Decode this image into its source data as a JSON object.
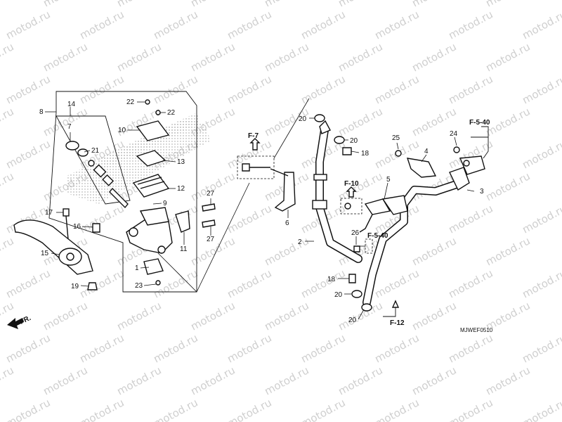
{
  "watermark": "motod.ru",
  "diagram_code": "MJWEF0510",
  "direction_label": "FR.",
  "part_labels": [
    {
      "id": "p1",
      "text": "1"
    },
    {
      "id": "p2",
      "text": "2"
    },
    {
      "id": "p3",
      "text": "3"
    },
    {
      "id": "p4",
      "text": "4"
    },
    {
      "id": "p5",
      "text": "5"
    },
    {
      "id": "p6",
      "text": "6"
    },
    {
      "id": "p7",
      "text": "7"
    },
    {
      "id": "p8",
      "text": "8"
    },
    {
      "id": "p9",
      "text": "9"
    },
    {
      "id": "p10",
      "text": "10"
    },
    {
      "id": "p11",
      "text": "11"
    },
    {
      "id": "p12",
      "text": "12"
    },
    {
      "id": "p13",
      "text": "13"
    },
    {
      "id": "p14",
      "text": "14"
    },
    {
      "id": "p15",
      "text": "15"
    },
    {
      "id": "p16",
      "text": "16"
    },
    {
      "id": "p17",
      "text": "17"
    },
    {
      "id": "p18a",
      "text": "18"
    },
    {
      "id": "p18b",
      "text": "18"
    },
    {
      "id": "p19",
      "text": "19"
    },
    {
      "id": "p20a",
      "text": "20"
    },
    {
      "id": "p20b",
      "text": "20"
    },
    {
      "id": "p20c",
      "text": "20"
    },
    {
      "id": "p20d",
      "text": "20"
    },
    {
      "id": "p21",
      "text": "21"
    },
    {
      "id": "p22a",
      "text": "22"
    },
    {
      "id": "p22b",
      "text": "22"
    },
    {
      "id": "p23",
      "text": "23"
    },
    {
      "id": "p24",
      "text": "24"
    },
    {
      "id": "p25",
      "text": "25"
    },
    {
      "id": "p26",
      "text": "26"
    },
    {
      "id": "p27a",
      "text": "27"
    },
    {
      "id": "p27b",
      "text": "27"
    }
  ],
  "ref_labels": [
    {
      "id": "f7",
      "text": "F-7"
    },
    {
      "id": "f10",
      "text": "F-10"
    },
    {
      "id": "f540a",
      "text": "F-5-40"
    },
    {
      "id": "f540b",
      "text": "F-5-40"
    },
    {
      "id": "f12",
      "text": "F-12"
    }
  ]
}
